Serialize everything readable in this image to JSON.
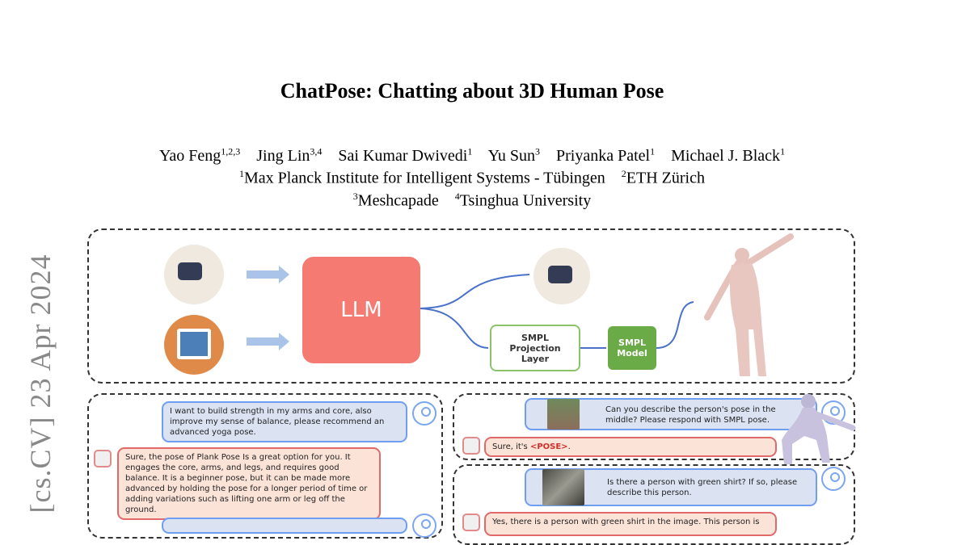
{
  "arxiv_stamp": "[cs.CV]  23 Apr 2024",
  "title": "ChatPose: Chatting about 3D Human Pose",
  "authors": [
    {
      "name": "Yao Feng",
      "aff": "1,2,3"
    },
    {
      "name": "Jing Lin",
      "aff": "3,4"
    },
    {
      "name": "Sai Kumar Dwivedi",
      "aff": "1"
    },
    {
      "name": "Yu Sun",
      "aff": "3"
    },
    {
      "name": "Priyanka Patel",
      "aff": "1"
    },
    {
      "name": "Michael J. Black",
      "aff": "1"
    }
  ],
  "affiliations": [
    {
      "num": "1",
      "name": "Max Planck Institute for Intelligent Systems - Tübingen"
    },
    {
      "num": "2",
      "name": "ETH Zürich"
    },
    {
      "num": "3",
      "name": "Meshcapade"
    },
    {
      "num": "4",
      "name": "Tsinghua University"
    }
  ],
  "figure": {
    "llm_label": "LLM",
    "projection_label": "SMPL Projection Layer",
    "model_label": "SMPL Model",
    "colors": {
      "llm": "#f47a72",
      "smpl_model": "#6aab47",
      "user_bubble": "#dbe3f3",
      "bot_bubble": "#fbe3d8"
    },
    "chat_left": [
      {
        "role": "user",
        "text": "I want to build strength in my arms and core, also improve my sense of balance, please recommend an advanced yoga pose."
      },
      {
        "role": "bot",
        "text": "Sure, the pose of Plank Pose Is a great option for you. It engages the core, arms, and legs, and requires good balance. It is a beginner pose, but it can be made more advanced by holding the pose for a longer period of time or adding variations such as lifting one arm or leg off the ground."
      }
    ],
    "chat_right_1": [
      {
        "role": "user",
        "text": "Can you describe the person's pose in the middle? Please respond with SMPL pose."
      },
      {
        "role": "bot",
        "prefix": "Sure, it's ",
        "token": "<POSE>",
        "suffix": "."
      }
    ],
    "chat_right_2": [
      {
        "role": "user",
        "text": "Is there a person with green shirt? If so, please describe this person."
      },
      {
        "role": "bot",
        "text": "Yes, there is a person with green shirt in the image. This person is"
      }
    ]
  }
}
